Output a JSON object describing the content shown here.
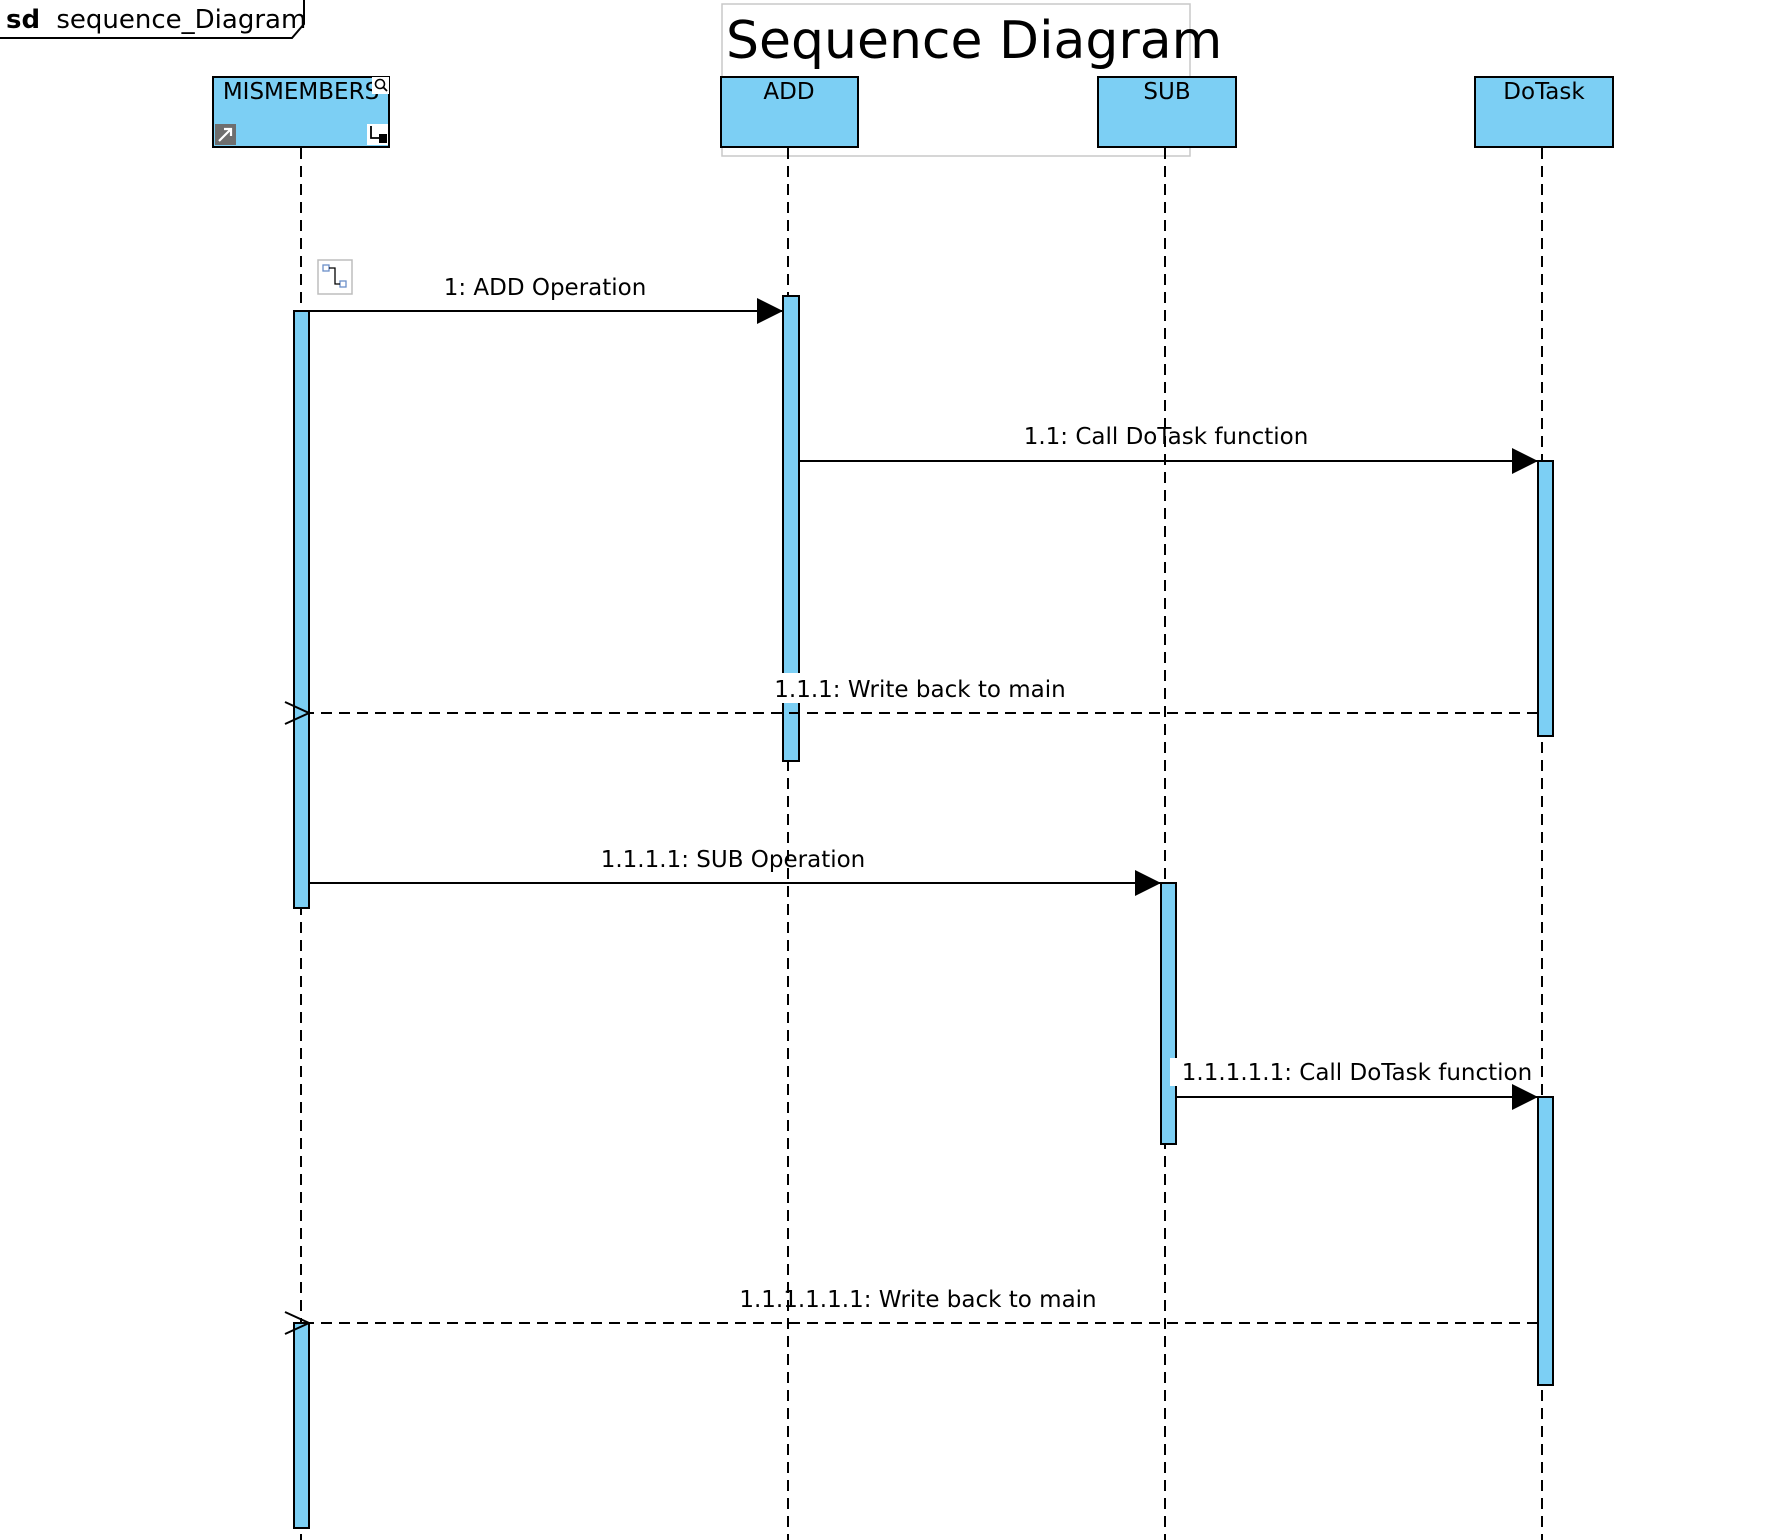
{
  "frame": {
    "keyword": "sd",
    "name": "sequence_Diagram"
  },
  "title": "Sequence Diagram",
  "colors": {
    "fill": "#7ccff4",
    "stroke": "#000000",
    "title_box": "#c8c8c8",
    "icon": "#6b8fc8"
  },
  "lifelines": [
    {
      "id": "mismembers",
      "label": "MISMEMBERS"
    },
    {
      "id": "add",
      "label": "ADD"
    },
    {
      "id": "sub",
      "label": "SUB"
    },
    {
      "id": "dotask",
      "label": "DoTask"
    }
  ],
  "messages": [
    {
      "label": "1: ADD Operation",
      "from": "mismembers",
      "to": "add",
      "kind": "call"
    },
    {
      "label": "1.1: Call DoTask function",
      "from": "add",
      "to": "dotask",
      "kind": "call"
    },
    {
      "label": "1.1.1: Write back to main",
      "from": "dotask",
      "to": "mismembers",
      "kind": "return"
    },
    {
      "label": "1.1.1.1: SUB Operation",
      "from": "mismembers",
      "to": "sub",
      "kind": "call"
    },
    {
      "label": "1.1.1.1.1: Call DoTask function",
      "from": "sub",
      "to": "dotask",
      "kind": "call"
    },
    {
      "label": "1.1.1.1.1.1: Write back to main",
      "from": "dotask",
      "to": "mismembers",
      "kind": "return"
    }
  ]
}
